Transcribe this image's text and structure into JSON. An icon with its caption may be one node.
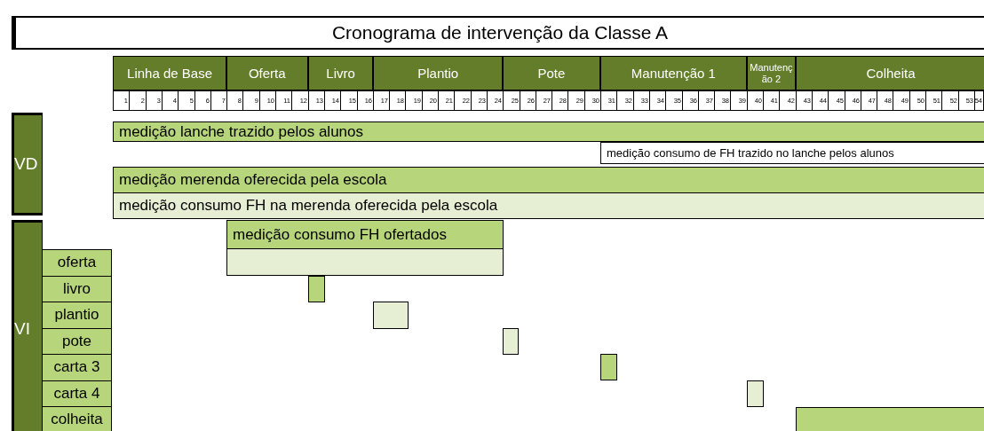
{
  "diagram": {
    "title": "Cronograma de intervenção da Classe A",
    "nodes": [
      {
        "text": [
          "Linha de Base"
        ]
      },
      {
        "text": [
          "Oferta"
        ]
      },
      {
        "text": [
          "Livro"
        ]
      },
      {
        "text": [
          "Plantio"
        ]
      },
      {
        "text": [
          "Pote"
        ]
      },
      {
        "text": [
          "Manutenção 1"
        ]
      },
      {
        "text": [
          "Manutenção 2"
        ]
      },
      {
        "text": [
          "Colheita"
        ]
      },
      {
        "text": [
          "VD"
        ]
      },
      {
        "text": [
          "medição lanche trazido pelos alunos"
        ]
      },
      {
        "text": [
          "medição consumo de FH trazido no lanche pelos alunos"
        ]
      },
      {
        "text": [
          "medição merenda oferecida pela escola"
        ]
      },
      {
        "text": [
          "medição consumo FH na merenda oferecida pela escola"
        ]
      },
      {
        "text": [
          "VI"
        ]
      },
      {
        "text": [
          "medição consumo FH ofertados"
        ]
      },
      {
        "text": [
          "oferta"
        ]
      },
      {
        "text": [],
        "shape": "bar"
      },
      {
        "text": [
          "livro"
        ]
      },
      {
        "text": [],
        "shape": "bar"
      },
      {
        "text": [
          "plantio"
        ]
      },
      {
        "text": [],
        "shape": "bar"
      },
      {
        "text": [
          "pote"
        ]
      },
      {
        "text": [],
        "shape": "bar"
      },
      {
        "text": [
          "carta 3"
        ]
      },
      {
        "text": [],
        "shape": "bar"
      },
      {
        "text": [
          "carta 4"
        ]
      },
      {
        "text": [],
        "shape": "bar"
      },
      {
        "text": [
          "colheita"
        ]
      },
      {
        "text": [],
        "shape": "bar"
      }
    ],
    "labels": [
      "1",
      "2",
      "3",
      "4",
      "5",
      "6",
      "7",
      "8",
      "9",
      "10",
      "11",
      "12",
      "13",
      "14",
      "15",
      "16",
      "17",
      "18",
      "19",
      "20",
      "21",
      "22",
      "23",
      "24",
      "25",
      "26",
      "27",
      "28",
      "29",
      "30",
      "31",
      "32",
      "33",
      "34",
      "35",
      "36",
      "37",
      "38",
      "39",
      "40",
      "41",
      "42",
      "43",
      "44",
      "45",
      "46",
      "47",
      "48",
      "49",
      "50",
      "51",
      "52",
      "53",
      "54"
    ]
  }
}
